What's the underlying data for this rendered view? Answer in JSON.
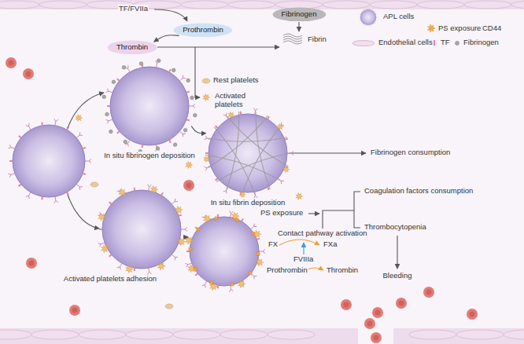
{
  "diagram": {
    "nodes": [
      {
        "text": [
          "Prothrombin"
        ]
      },
      {
        "text": [
          "Thrombin"
        ]
      },
      {
        "text": [
          "Fibrinogen"
        ]
      },
      {
        "text": [
          "In situ fibrinogen deposition"
        ]
      },
      {
        "text": [
          "In situ fibrin deposition"
        ]
      },
      {
        "text": [
          "Activated platelets adhesion"
        ]
      }
    ],
    "edges": [
      {
        "from": 0,
        "to": 1,
        "arrow": "to"
      },
      {
        "from": 3,
        "to": 4,
        "arrow": "to"
      }
    ],
    "labels": [
      "TF/FVIIa",
      "Fibrin",
      "Rest platelets",
      "Activated platelets",
      "Fibrinogen consumption",
      "Coagulation factors consumption",
      "Thrombocytopenia",
      "Bleeding",
      "PS exposure",
      "Contact pathway activation",
      "FX",
      "FVIIIa",
      "FXa",
      "Prothrombin",
      "Thrombin"
    ],
    "legend": [
      {
        "text": "APL cells"
      },
      {
        "text": "PS exposure"
      },
      {
        "text": "CD44"
      },
      {
        "text": "Endothelial cells"
      },
      {
        "text": "TF"
      },
      {
        "text": "Fibrinogen"
      }
    ]
  }
}
